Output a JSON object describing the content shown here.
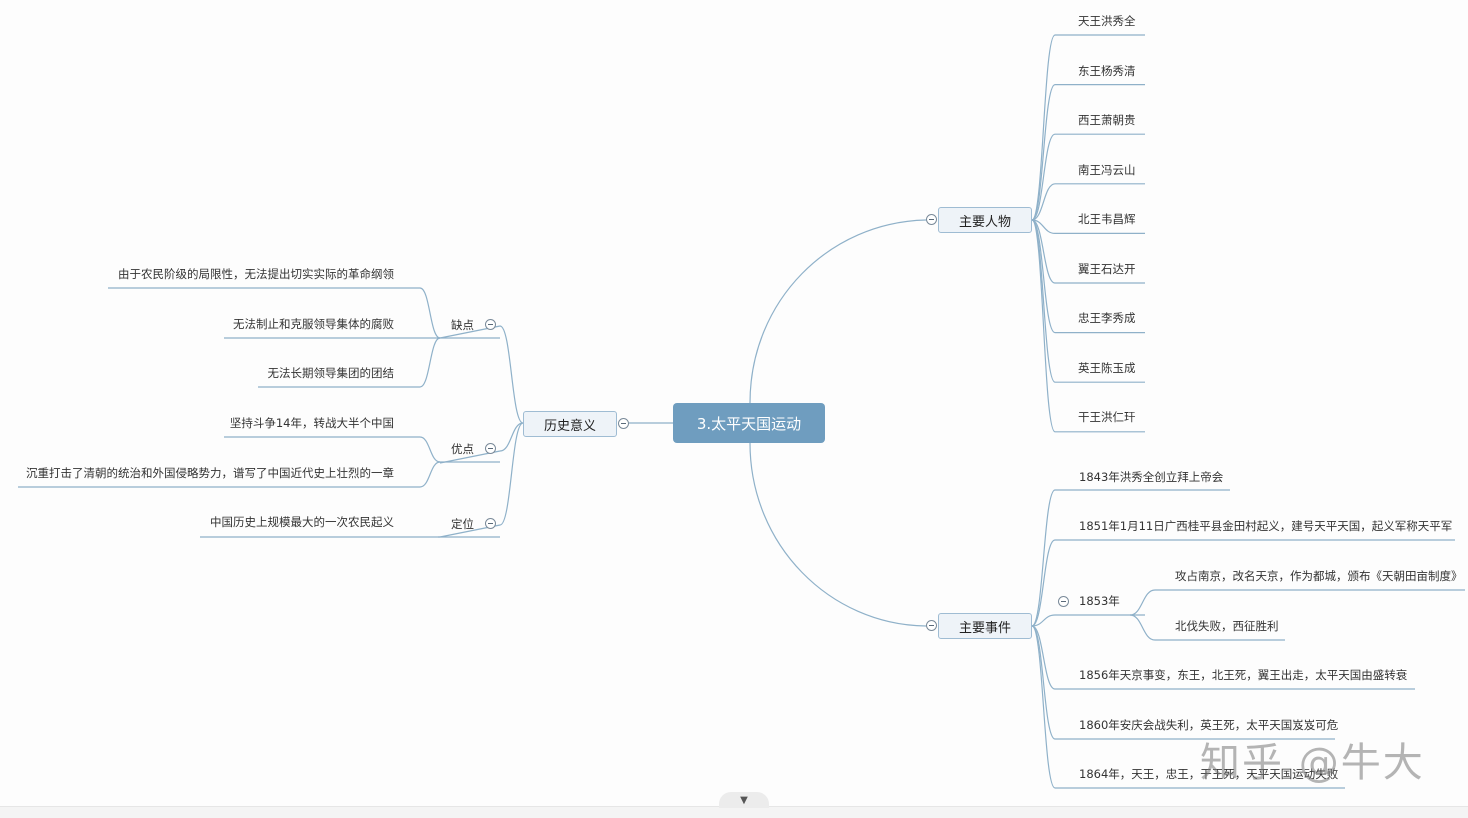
{
  "mindmap": {
    "root": "3.太平天国运动",
    "left_branch": {
      "label": "历史意义",
      "groups": [
        {
          "label": "缺点",
          "items": [
            "由于农民阶级的局限性，无法提出切实实际的革命纲领",
            "无法制止和克服领导集体的腐败",
            "无法长期领导集团的团结"
          ]
        },
        {
          "label": "优点",
          "items": [
            "坚持斗争14年，转战大半个中国",
            "沉重打击了清朝的统治和外国侵略势力，谱写了中国近代史上壮烈的一章"
          ]
        },
        {
          "label": "定位",
          "items": [
            "中国历史上规模最大的一次农民起义"
          ]
        }
      ]
    },
    "people_branch": {
      "label": "主要人物",
      "items": [
        "天王洪秀全",
        "东王杨秀清",
        "西王萧朝贵",
        "南王冯云山",
        "北王韦昌辉",
        "翼王石达开",
        "忠王李秀成",
        "英王陈玉成",
        "干王洪仁玕"
      ]
    },
    "events_branch": {
      "label": "主要事件",
      "items": [
        "1843年洪秀全创立拜上帝会",
        "1851年1月11日广西桂平县金田村起义，建号天平天国，起义军称天平军",
        "1853年",
        "1856年天京事变，东王，北王死，翼王出走，太平天国由盛转衰",
        "1860年安庆会战失利，英王死，太平天国岌岌可危",
        "1864年，天王，忠王，干王死，天平天国运动失败"
      ],
      "sub_1853": [
        "攻占南京，改名天京，作为都城，颁布《天朝田亩制度》",
        "北伐失败，西征胜利"
      ]
    }
  },
  "watermark": "知乎 @牛大",
  "bottom_toggle_icon": "triangle-down-icon",
  "colors": {
    "center_fill": "#6f9dbf",
    "branch_fill": "#eef3f8",
    "line": "#8fb1c9"
  }
}
